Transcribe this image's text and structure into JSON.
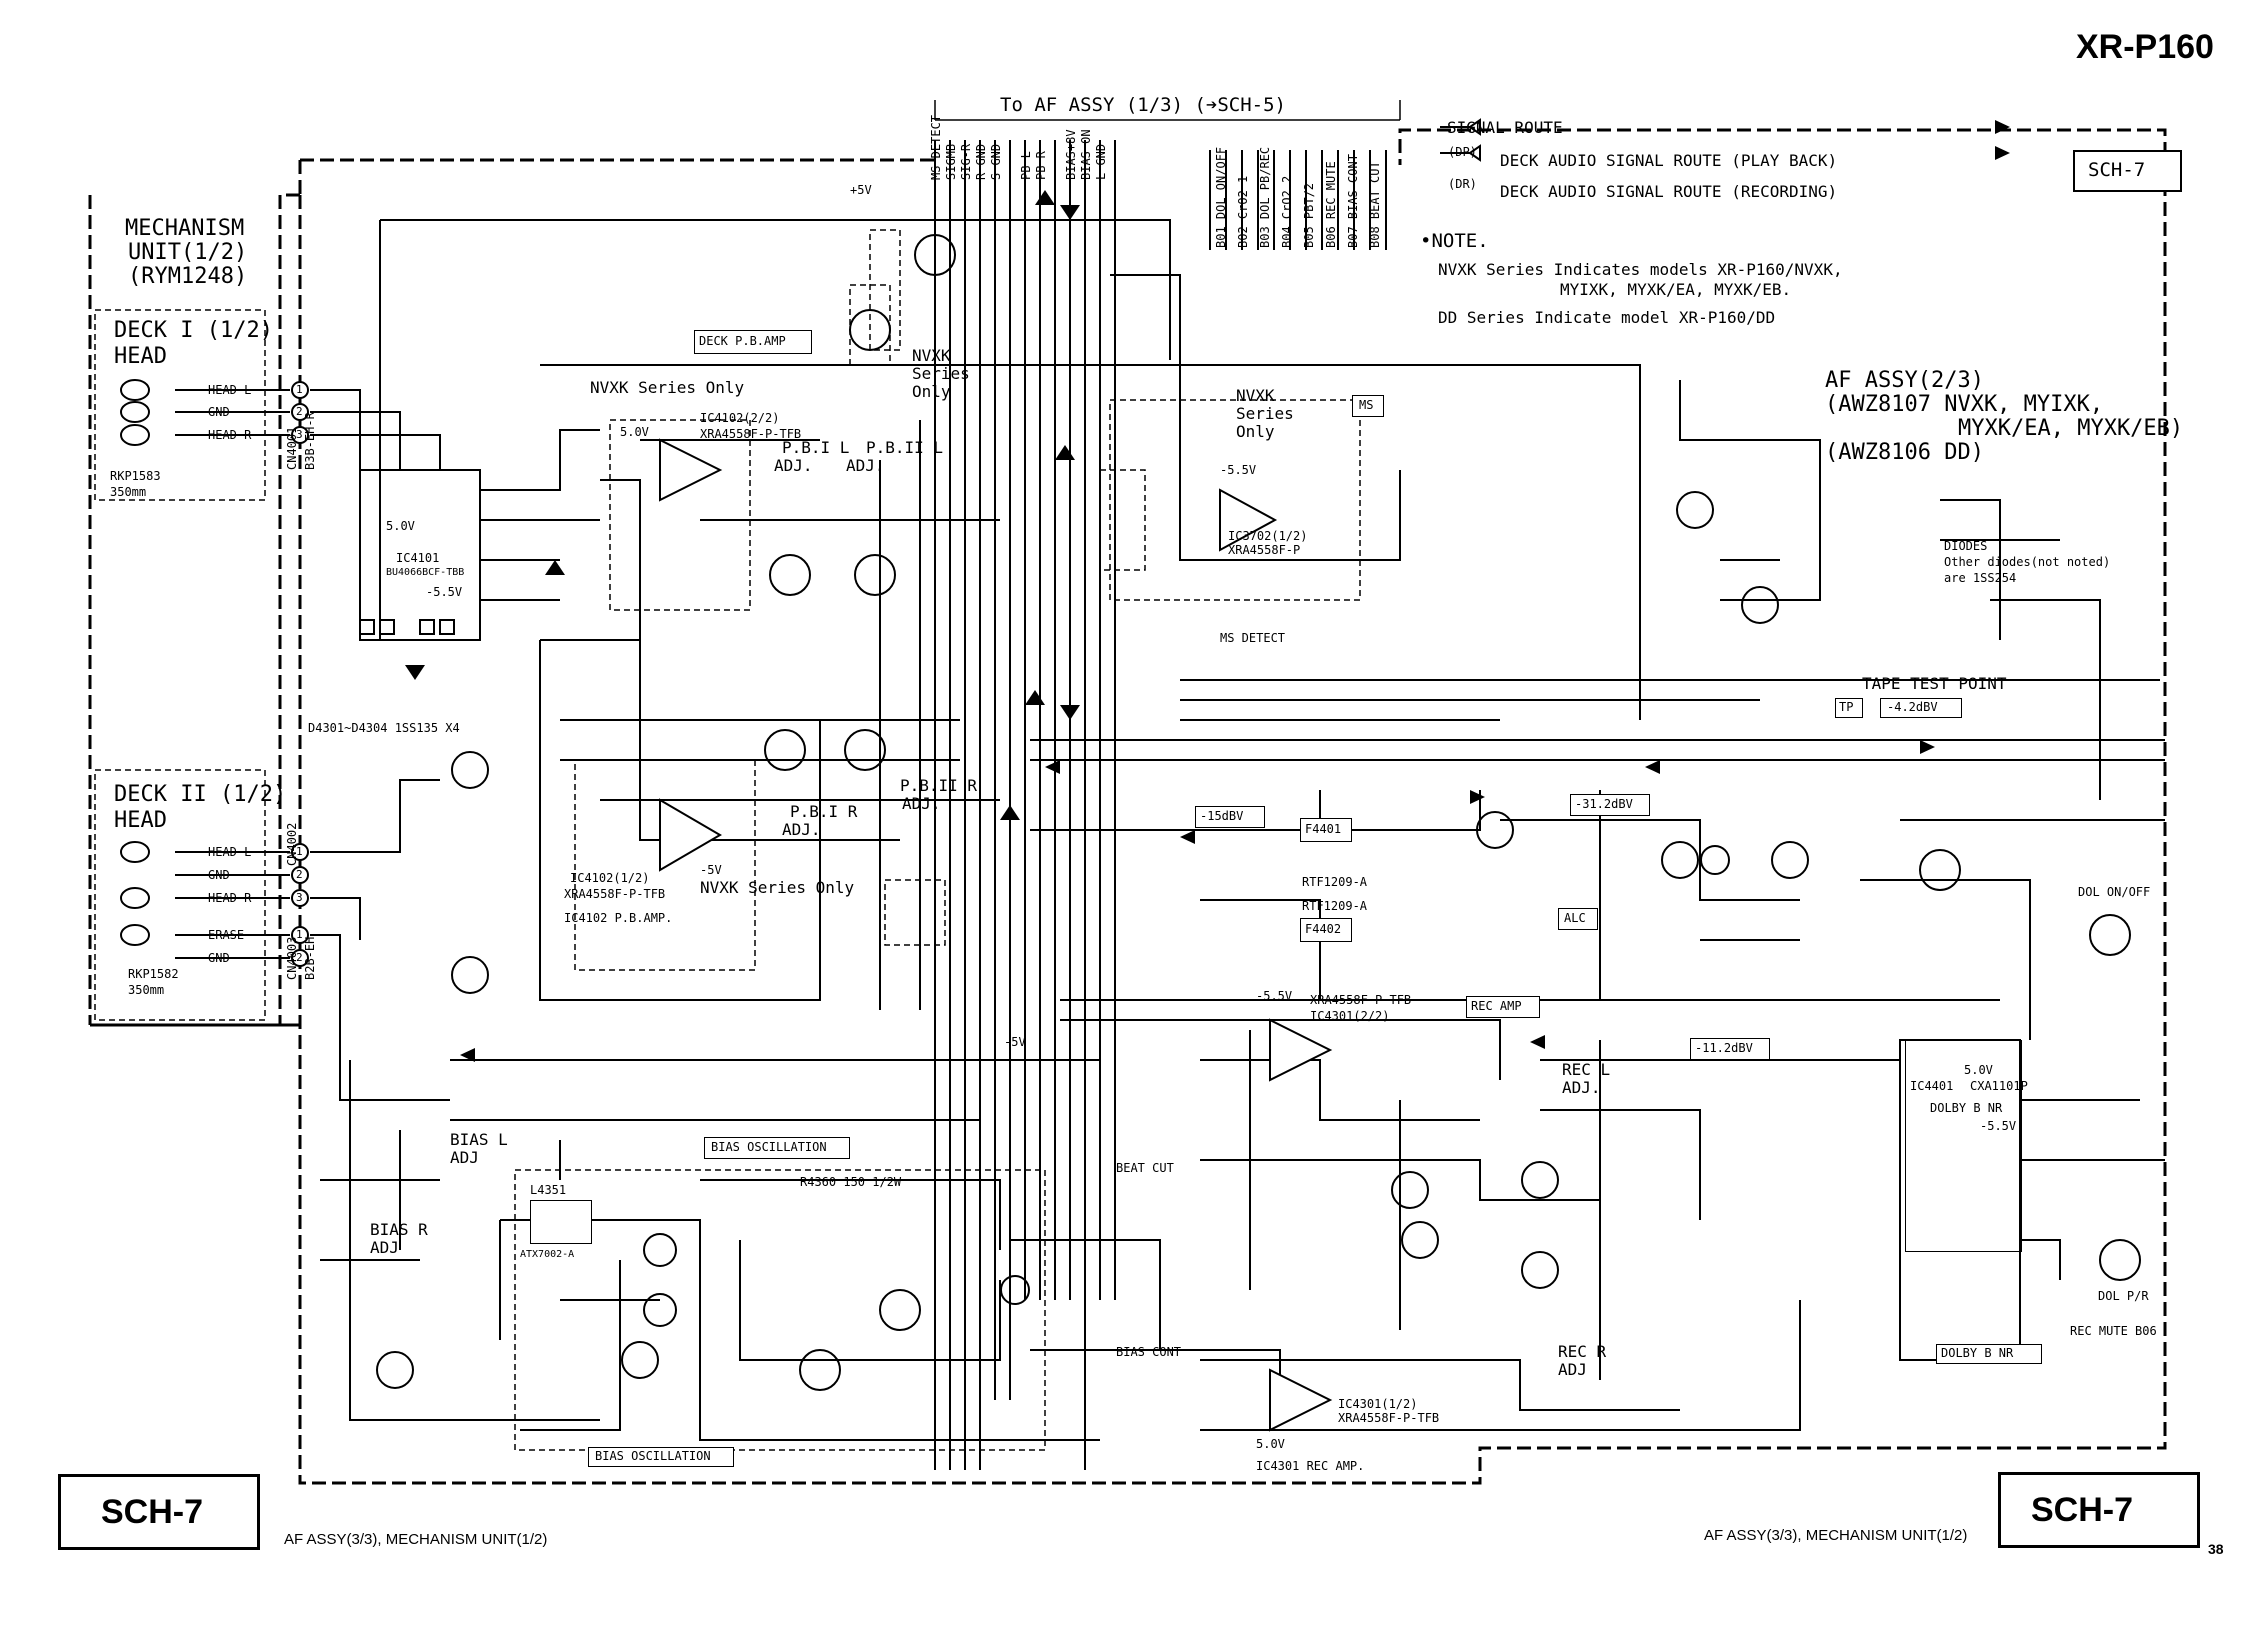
{
  "header": {
    "model": "XR-P160",
    "page_number": "38"
  },
  "top_bus_label": "To AF ASSY (1/3) (➔SCH-5)",
  "signal_route": {
    "title": "SIGNAL ROUTE",
    "play_tag": "(DP)",
    "play": "DECK AUDIO SIGNAL ROUTE (PLAY BACK)",
    "rec_tag": "(DR)",
    "rec": "DECK AUDIO SIGNAL ROUTE (RECORDING)"
  },
  "sch_tag": "SCH-7",
  "note": {
    "title": "•NOTE.",
    "line1": "NVXK Series Indicates models XR-P160/NVXK,",
    "line2": "MYIXK, MYXK/EA, MYXK/EB.",
    "line3": "DD Series Indicate model XR-P160/DD"
  },
  "af_assy": {
    "line1": "AF ASSY(2/3)",
    "line2": "(AWZ8107 NVXK, MYIXK,",
    "line3": "MYXK/EA, MYXK/EB)",
    "line4": "(AWZ8106 DD)"
  },
  "diodes": {
    "line1": "DIODES",
    "line2": "Other diodes(not noted)",
    "line3": "are 1SS254"
  },
  "mechanism": {
    "line1": "MECHANISM",
    "line2": "UNIT(1/2)",
    "line3": "(RYM1248)"
  },
  "deck1": {
    "line1": "DECK I (1/2)",
    "line2": "HEAD",
    "pins": [
      "HEAD L",
      "GND",
      "HEAD R"
    ],
    "pin_nums": [
      "1",
      "2",
      "3"
    ],
    "part": "RKP1583",
    "dim": "350mm",
    "connector": "CN4001",
    "conn_part": "B3B-EH-R"
  },
  "deck2": {
    "line1": "DECK II (1/2)",
    "line2": "HEAD",
    "pins": [
      "HEAD L",
      "GND",
      "HEAD R",
      "ERASE",
      "GND"
    ],
    "pin_nums": [
      "1",
      "2",
      "3",
      "1",
      "2"
    ],
    "part": "RKP1582",
    "dim": "350mm",
    "connector1": "CN4002",
    "connector2": "CN4003",
    "conn_part": "B2B-EH"
  },
  "bus_signals": [
    "MS DETECT",
    "SIGMB",
    "SIG-R",
    "R GND",
    "S GND",
    "PB L",
    "PB R",
    "BIAS+8V",
    "BIAS ON",
    "L GND"
  ],
  "right_bus_signals": [
    "B01 DOL ON/OFF",
    "B02 CrO2 1",
    "B03 DOL PB/REC",
    "B04 CrO2 2",
    "B05 PBT/2",
    "B06 REC MUTE",
    "B07 BIAS CONT",
    "B08 BEAT CUT"
  ],
  "blocks": {
    "deck_pb_amp": "DECK P.B.AMP",
    "nvxk_only": "NVXK Series Only",
    "nvxk_a": "NVXK",
    "nvxk_b": "Series",
    "nvxk_c": "Only",
    "ms": "MS",
    "ms_detect": "MS DETECT",
    "tape_test": "TAPE TEST POINT",
    "tp": "TP",
    "tp_level": "-4.2dBV",
    "alc": "ALC",
    "rec_amp": "REC AMP",
    "bias_oscillation": "BIAS OSCILLATION",
    "dolby_b_nr": "DOLBY B NR",
    "level_15": "-15dBV",
    "level_31": "-31.2dBV",
    "level_11": "-11.2dBV",
    "ic4101": "IC4101",
    "ic4101_part": "BU4066BCF-TBB",
    "ic4102_22": "IC4102(2/2)",
    "ic4102_12": "IC4102(1/2)",
    "xra": "XRA4558F-P-TFB",
    "ic4102_amp": "IC4102 P.B.AMP.",
    "ic3702": "IC3702(1/2)",
    "ic3702_part": "XRA4558F-P",
    "ic4301_22": "IC4301(2/2)",
    "ic4301_12": "IC4301(1/2)",
    "ic4301_amp": "IC4301 REC AMP.",
    "ic4401": "IC4401",
    "ic4401_part": "CXA1101P",
    "dolby_label": "DOLBY B NR",
    "l4351": "L4351",
    "l4351_part": "ATX7002-A",
    "pb_il": "P.B.I L",
    "pb_il_adj": "ADJ.",
    "pb_iil": "P.B.II L",
    "pb_iil_adj": "ADJ.",
    "pb_ir": "P.B.I R",
    "pb_ir_adj": "ADJ.",
    "pb_iir": "P.B.II R",
    "pb_iir_adj": "ADJ.",
    "rec_l_adj_1": "REC L",
    "rec_l_adj_2": "ADJ.",
    "rec_r_adj_1": "REC R",
    "rec_r_adj_2": "ADJ",
    "bias_l_adj_1": "BIAS L",
    "bias_l_adj_2": "ADJ",
    "bias_r_adj_1": "BIAS R",
    "bias_r_adj_2": "ADJ",
    "d4301": "D4301~D4304 1SS135 X4",
    "rtf1": "RTF1209-A",
    "rtf2": "RTF1209-A",
    "f4401": "F4401",
    "f4402": "F4402",
    "r4360": "R4360 150 1/2W",
    "v5": "5.0V",
    "vm55": "-5.5V",
    "vm5": "-5V",
    "v15": "+5V",
    "dol_onoff": "DOL ON/OFF",
    "dol_pr": "DOL P/R",
    "rec_mute": "REC MUTE B06",
    "bias_cont": "BIAS CONT",
    "beat_cut": "BEAT CUT"
  },
  "footer": {
    "sch_left": "SCH-7",
    "sch_right": "SCH-7",
    "caption_left": "AF ASSY(3/3), MECHANISM UNIT(1/2)",
    "caption_right": "AF ASSY(3/3), MECHANISM UNIT(1/2)"
  }
}
